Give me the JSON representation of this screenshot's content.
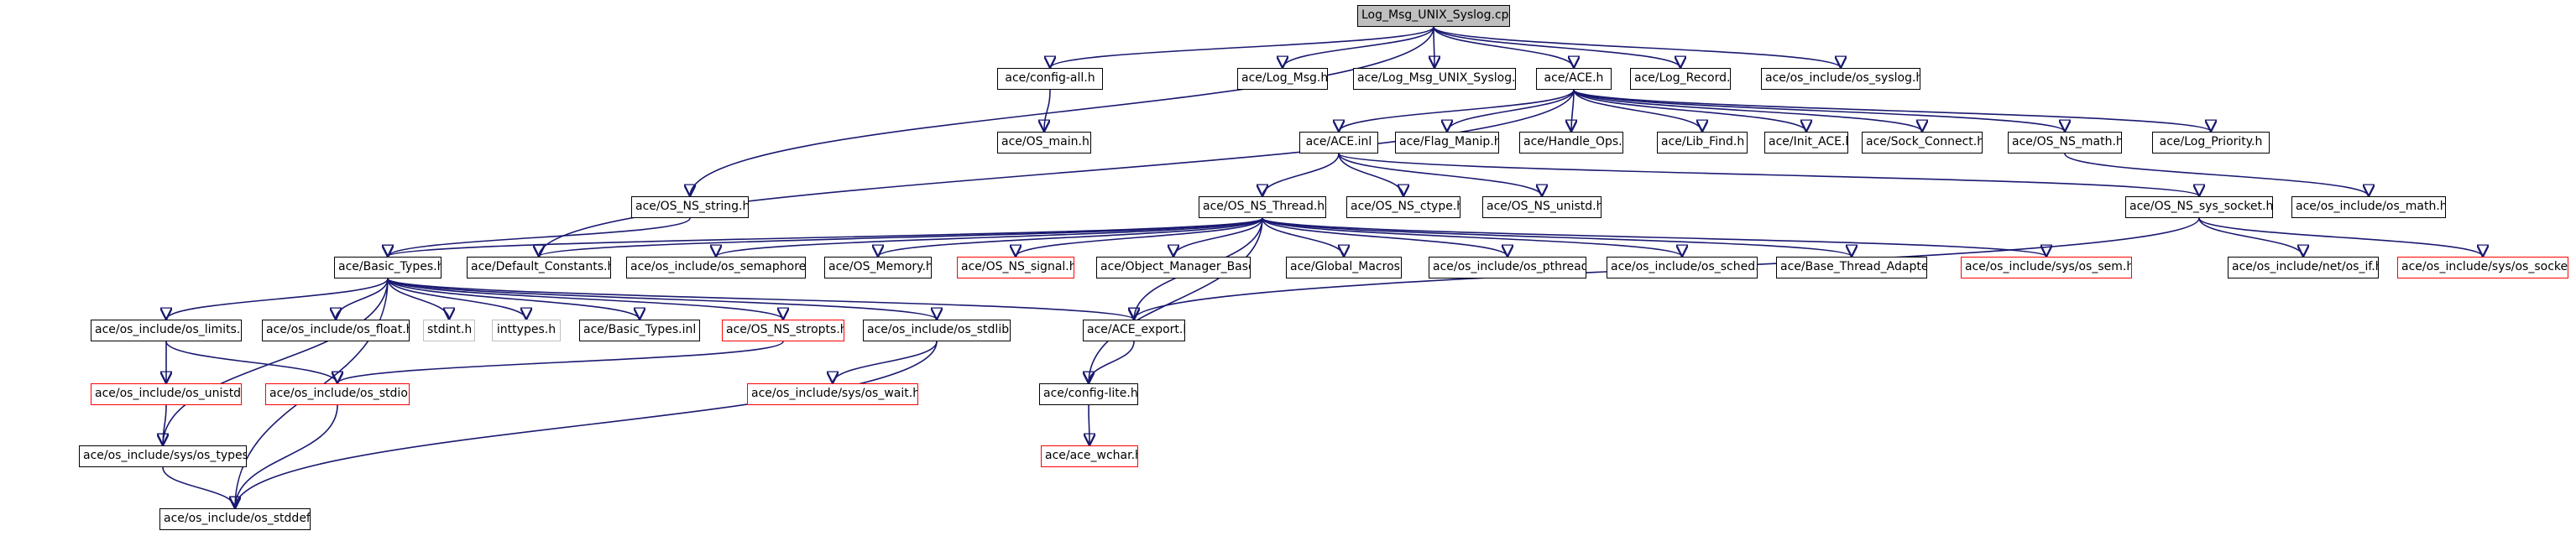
{
  "diagram": {
    "nodes": [
      {
        "id": "root",
        "label": "Log_Msg_UNIX_Syslog.cpp",
        "style": "root"
      },
      {
        "id": "config_all",
        "label": "ace/config-all.h",
        "style": "normal"
      },
      {
        "id": "log_msg",
        "label": "ace/Log_Msg.h",
        "style": "normal"
      },
      {
        "id": "log_msg_unix",
        "label": "ace/Log_Msg_UNIX_Syslog.h",
        "style": "normal"
      },
      {
        "id": "ace_h",
        "label": "ace/ACE.h",
        "style": "normal"
      },
      {
        "id": "log_record",
        "label": "ace/Log_Record.h",
        "style": "normal"
      },
      {
        "id": "os_syslog",
        "label": "ace/os_include/os_syslog.h",
        "style": "normal"
      },
      {
        "id": "os_main",
        "label": "ace/OS_main.h",
        "style": "normal"
      },
      {
        "id": "ace_inl",
        "label": "ace/ACE.inl",
        "style": "normal"
      },
      {
        "id": "flag_manip",
        "label": "ace/Flag_Manip.h",
        "style": "normal"
      },
      {
        "id": "handle_ops",
        "label": "ace/Handle_Ops.h",
        "style": "normal"
      },
      {
        "id": "lib_find",
        "label": "ace/Lib_Find.h",
        "style": "normal"
      },
      {
        "id": "init_ace",
        "label": "ace/Init_ACE.h",
        "style": "normal"
      },
      {
        "id": "sock_connect",
        "label": "ace/Sock_Connect.h",
        "style": "normal"
      },
      {
        "id": "os_ns_math",
        "label": "ace/OS_NS_math.h",
        "style": "normal"
      },
      {
        "id": "log_priority",
        "label": "ace/Log_Priority.h",
        "style": "normal"
      },
      {
        "id": "os_ns_string",
        "label": "ace/OS_NS_string.h",
        "style": "normal"
      },
      {
        "id": "os_ns_thread",
        "label": "ace/OS_NS_Thread.h",
        "style": "normal"
      },
      {
        "id": "os_ns_ctype",
        "label": "ace/OS_NS_ctype.h",
        "style": "normal"
      },
      {
        "id": "os_ns_unistd",
        "label": "ace/OS_NS_unistd.h",
        "style": "normal"
      },
      {
        "id": "os_ns_sys_socket",
        "label": "ace/OS_NS_sys_socket.h",
        "style": "normal"
      },
      {
        "id": "os_math",
        "label": "ace/os_include/os_math.h",
        "style": "normal"
      },
      {
        "id": "basic_types",
        "label": "ace/Basic_Types.h",
        "style": "normal"
      },
      {
        "id": "default_constants",
        "label": "ace/Default_Constants.h",
        "style": "normal"
      },
      {
        "id": "os_semaphore",
        "label": "ace/os_include/os_semaphore.h",
        "style": "normal"
      },
      {
        "id": "os_memory",
        "label": "ace/OS_Memory.h",
        "style": "normal"
      },
      {
        "id": "os_ns_signal",
        "label": "ace/OS_NS_signal.h",
        "style": "red"
      },
      {
        "id": "object_manager_base",
        "label": "ace/Object_Manager_Base.h",
        "style": "normal"
      },
      {
        "id": "global_macros",
        "label": "ace/Global_Macros.h",
        "style": "normal"
      },
      {
        "id": "os_pthread",
        "label": "ace/os_include/os_pthread.h",
        "style": "normal"
      },
      {
        "id": "os_sched",
        "label": "ace/os_include/os_sched.h",
        "style": "normal"
      },
      {
        "id": "base_thread_adapter",
        "label": "ace/Base_Thread_Adapter.h",
        "style": "normal"
      },
      {
        "id": "sys_os_sem",
        "label": "ace/os_include/sys/os_sem.h",
        "style": "red"
      },
      {
        "id": "net_os_if",
        "label": "ace/os_include/net/os_if.h",
        "style": "normal"
      },
      {
        "id": "sys_os_socket",
        "label": "ace/os_include/sys/os_socket.h",
        "style": "red"
      },
      {
        "id": "os_limits",
        "label": "ace/os_include/os_limits.h",
        "style": "normal"
      },
      {
        "id": "os_float",
        "label": "ace/os_include/os_float.h",
        "style": "normal"
      },
      {
        "id": "stdint",
        "label": "stdint.h",
        "style": "grey"
      },
      {
        "id": "inttypes",
        "label": "inttypes.h",
        "style": "grey"
      },
      {
        "id": "basic_types_inl",
        "label": "ace/Basic_Types.inl",
        "style": "normal"
      },
      {
        "id": "os_ns_stropts",
        "label": "ace/OS_NS_stropts.h",
        "style": "red"
      },
      {
        "id": "os_stdlib",
        "label": "ace/os_include/os_stdlib.h",
        "style": "normal"
      },
      {
        "id": "ace_export",
        "label": "ace/ACE_export.h",
        "style": "normal"
      },
      {
        "id": "os_unistd",
        "label": "ace/os_include/os_unistd.h",
        "style": "red"
      },
      {
        "id": "os_stdio",
        "label": "ace/os_include/os_stdio.h",
        "style": "red"
      },
      {
        "id": "sys_os_wait",
        "label": "ace/os_include/sys/os_wait.h",
        "style": "red"
      },
      {
        "id": "config_lite",
        "label": "ace/config-lite.h",
        "style": "normal"
      },
      {
        "id": "sys_os_types",
        "label": "ace/os_include/sys/os_types.h",
        "style": "normal"
      },
      {
        "id": "ace_wchar",
        "label": "ace/ace_wchar.h",
        "style": "red"
      },
      {
        "id": "os_stddef",
        "label": "ace/os_include/os_stddef.h",
        "style": "normal"
      }
    ],
    "edges": [
      [
        "root",
        "config_all"
      ],
      [
        "root",
        "log_msg"
      ],
      [
        "root",
        "log_msg_unix"
      ],
      [
        "root",
        "ace_h"
      ],
      [
        "root",
        "log_record"
      ],
      [
        "root",
        "os_syslog"
      ],
      [
        "root",
        "os_ns_string"
      ],
      [
        "config_all",
        "os_main"
      ],
      [
        "ace_h",
        "ace_inl"
      ],
      [
        "ace_h",
        "flag_manip"
      ],
      [
        "ace_h",
        "handle_ops"
      ],
      [
        "ace_h",
        "lib_find"
      ],
      [
        "ace_h",
        "init_ace"
      ],
      [
        "ace_h",
        "sock_connect"
      ],
      [
        "ace_h",
        "os_ns_math"
      ],
      [
        "ace_h",
        "log_priority"
      ],
      [
        "ace_h",
        "default_constants"
      ],
      [
        "ace_inl",
        "os_ns_thread"
      ],
      [
        "ace_inl",
        "os_ns_ctype"
      ],
      [
        "ace_inl",
        "os_ns_unistd"
      ],
      [
        "ace_inl",
        "os_ns_sys_socket"
      ],
      [
        "os_ns_math",
        "os_math"
      ],
      [
        "os_ns_string",
        "basic_types"
      ],
      [
        "os_ns_thread",
        "basic_types"
      ],
      [
        "os_ns_thread",
        "default_constants"
      ],
      [
        "os_ns_thread",
        "os_semaphore"
      ],
      [
        "os_ns_thread",
        "os_memory"
      ],
      [
        "os_ns_thread",
        "os_ns_signal"
      ],
      [
        "os_ns_thread",
        "object_manager_base"
      ],
      [
        "os_ns_thread",
        "global_macros"
      ],
      [
        "os_ns_thread",
        "os_pthread"
      ],
      [
        "os_ns_thread",
        "os_sched"
      ],
      [
        "os_ns_thread",
        "base_thread_adapter"
      ],
      [
        "os_ns_thread",
        "sys_os_sem"
      ],
      [
        "os_ns_thread",
        "ace_export"
      ],
      [
        "os_ns_thread",
        "config_lite"
      ],
      [
        "os_ns_sys_socket",
        "net_os_if"
      ],
      [
        "os_ns_sys_socket",
        "sys_os_socket"
      ],
      [
        "os_ns_sys_socket",
        "ace_export"
      ],
      [
        "basic_types",
        "os_limits"
      ],
      [
        "basic_types",
        "os_float"
      ],
      [
        "basic_types",
        "stdint"
      ],
      [
        "basic_types",
        "inttypes"
      ],
      [
        "basic_types",
        "basic_types_inl"
      ],
      [
        "basic_types",
        "os_ns_stropts"
      ],
      [
        "basic_types",
        "os_stdlib"
      ],
      [
        "basic_types",
        "ace_export"
      ],
      [
        "basic_types",
        "sys_os_types"
      ],
      [
        "basic_types",
        "os_stddef"
      ],
      [
        "os_limits",
        "os_unistd"
      ],
      [
        "os_limits",
        "os_stdio"
      ],
      [
        "os_unistd",
        "sys_os_types"
      ],
      [
        "os_stdio",
        "os_stddef"
      ],
      [
        "os_ns_stropts",
        "os_stdio"
      ],
      [
        "os_stdlib",
        "sys_os_wait"
      ],
      [
        "os_stdlib",
        "os_stddef"
      ],
      [
        "ace_export",
        "config_lite"
      ],
      [
        "config_lite",
        "ace_wchar"
      ],
      [
        "sys_os_types",
        "os_stddef"
      ]
    ]
  }
}
